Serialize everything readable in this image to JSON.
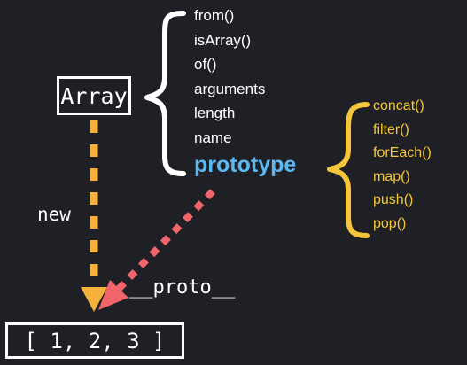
{
  "constructor_label": "Array",
  "static_members": [
    "from()",
    "isArray()",
    "of()",
    "arguments",
    "length",
    "name"
  ],
  "prototype_label": "prototype",
  "prototype_methods": [
    "concat()",
    "filter()",
    "forEach()",
    "map()",
    "push()",
    "pop()"
  ],
  "new_label": "new",
  "proto_link_label": "__proto__",
  "instance_label": "[ 1, 2, 3 ]",
  "colors": {
    "background": "#1e2026",
    "text": "#ffffff",
    "prototype": "#5db8f0",
    "methods": "#f5c63b",
    "new_arrow": "#f5b13b",
    "proto_arrow": "#f0646a"
  }
}
